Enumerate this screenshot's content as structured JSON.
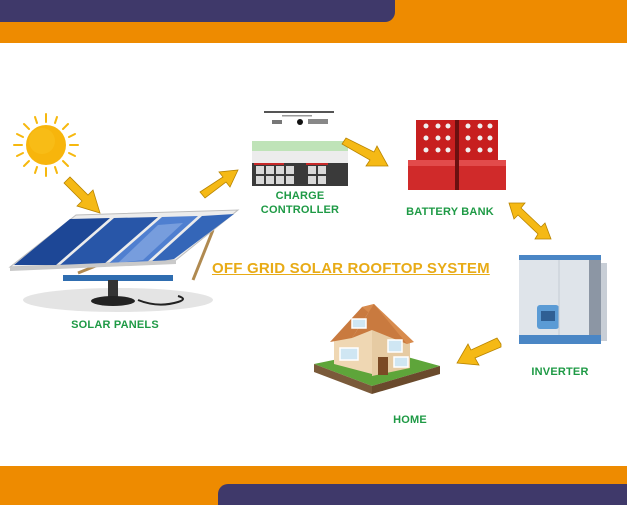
{
  "title": "OFF GRID SOLAR ROOFTOP SYSTEM",
  "components": {
    "solar_panels": {
      "label": "SOLAR PANELS",
      "icon": "solar-panel-icon"
    },
    "charge_controller": {
      "label_line1": "CHARGE",
      "label_line2": "CONTROLLER",
      "icon": "charge-controller-icon"
    },
    "battery_bank": {
      "label": "BATTERY BANK",
      "icon": "battery-bank-icon"
    },
    "inverter": {
      "label": "INVERTER",
      "icon": "inverter-icon"
    },
    "home": {
      "label": "HOME",
      "icon": "house-icon"
    },
    "sun": {
      "icon": "sun-icon"
    }
  },
  "flow": [
    {
      "from": "sun",
      "to": "solar_panels",
      "direction": "one-way"
    },
    {
      "from": "solar_panels",
      "to": "charge_controller",
      "direction": "one-way"
    },
    {
      "from": "charge_controller",
      "to": "battery_bank",
      "direction": "one-way"
    },
    {
      "from": "battery_bank",
      "to": "inverter",
      "direction": "two-way"
    },
    {
      "from": "inverter",
      "to": "home",
      "direction": "one-way"
    }
  ],
  "colors": {
    "accent_orange": "#ee8b00",
    "accent_purple": "#3f396a",
    "label_green": "#1e9a45",
    "title_yellow": "#e8ab16",
    "arrow_yellow": "#f5b915"
  }
}
